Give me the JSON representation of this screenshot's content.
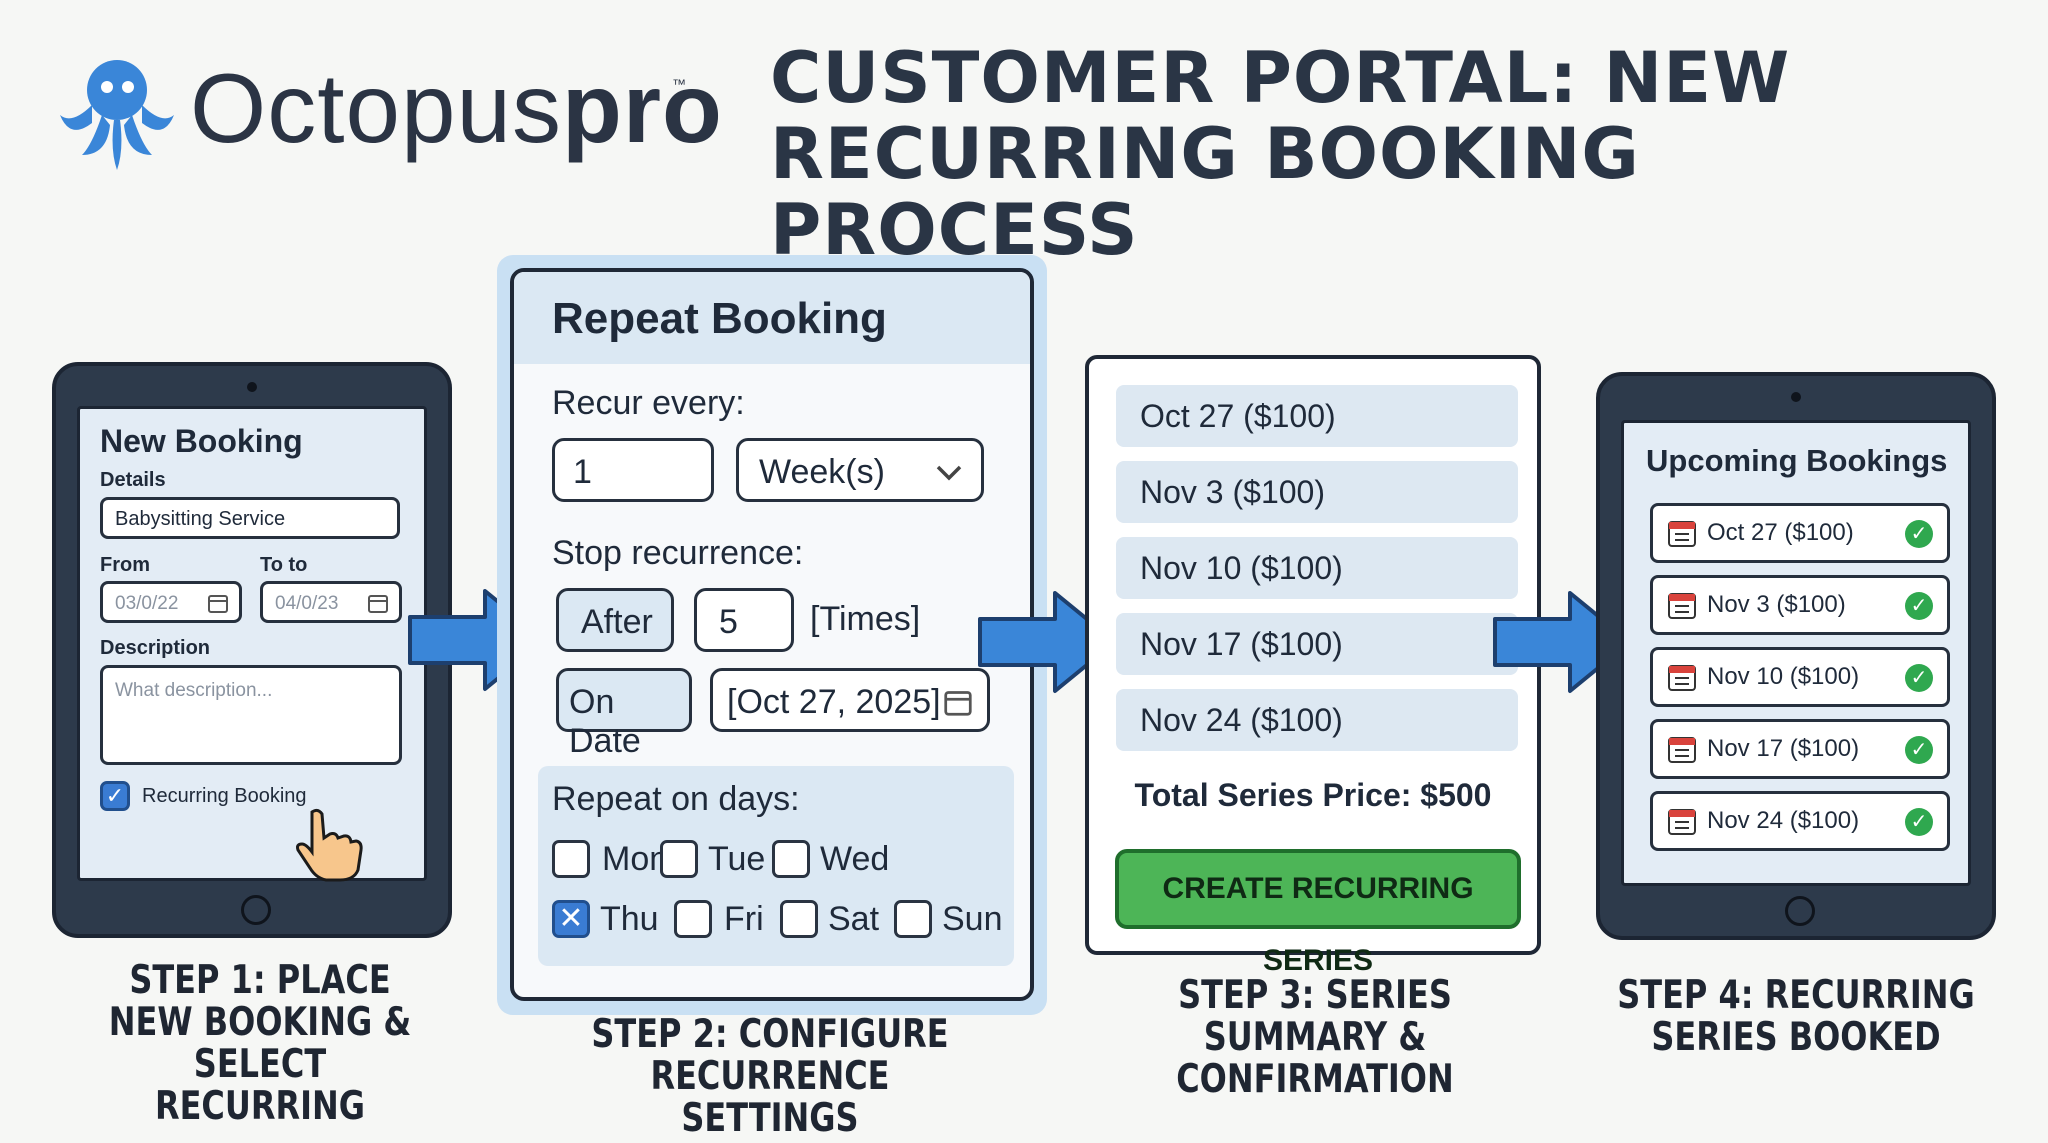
{
  "brand": {
    "name_regular": "Octopus",
    "name_bold": "pro",
    "trademark": "™",
    "accent_color": "#3a86d8"
  },
  "title": "CUSTOMER PORTAL: NEW RECURRING BOOKING PROCESS",
  "step1": {
    "heading": "New Booking",
    "details_label": "Details",
    "details_value": "Babysitting Service",
    "from_label": "From",
    "from_value": "03/0/22",
    "to_label": "To to",
    "to_value": "04/0/23",
    "description_label": "Description",
    "description_placeholder": "What description...",
    "recurring_label": "Recurring Booking",
    "recurring_checked": true,
    "caption": "STEP 1: PLACE NEW BOOKING & SELECT RECURRING"
  },
  "step2": {
    "heading": "Repeat Booking",
    "recur_label": "Recur every:",
    "recur_value": "1",
    "recur_unit": "Week(s)",
    "stop_label": "Stop recurrence:",
    "after_button": "After",
    "after_value": "5",
    "times_label": "[Times]",
    "on_date_button": "On Date",
    "on_date_value": "[Oct 27, 2025]",
    "repeat_days_label": "Repeat on days:",
    "days": [
      {
        "label": "Mon",
        "checked": false
      },
      {
        "label": "Tue",
        "checked": false
      },
      {
        "label": "Wed",
        "checked": false
      },
      {
        "label": "Thu",
        "checked": true
      },
      {
        "label": "Fri",
        "checked": false
      },
      {
        "label": "Sat",
        "checked": false
      },
      {
        "label": "Sun",
        "checked": false
      }
    ],
    "caption": "STEP 2: CONFIGURE RECURRENCE SETTINGS"
  },
  "step3": {
    "dates": [
      "Oct 27 ($100)",
      "Nov 3 ($100)",
      "Nov 10 ($100)",
      "Nov 17 ($100)",
      "Nov 24 ($100)"
    ],
    "total": "Total Series Price: $500",
    "button": "CREATE RECURRING SERIES",
    "caption": "STEP 3: SERIES SUMMARY & CONFIRMATION"
  },
  "step4": {
    "heading": "Upcoming Bookings",
    "bookings": [
      "Oct 27 ($100)",
      "Nov 3 ($100)",
      "Nov 10 ($100)",
      "Nov 17 ($100)",
      "Nov 24 ($100)"
    ],
    "caption": "STEP 4: RECURRING SERIES BOOKED"
  },
  "icons": [
    "octopus-logo-icon",
    "calendar-icon",
    "chevron-down-icon",
    "check-icon",
    "pointer-hand-icon",
    "arrow-right-icon"
  ]
}
